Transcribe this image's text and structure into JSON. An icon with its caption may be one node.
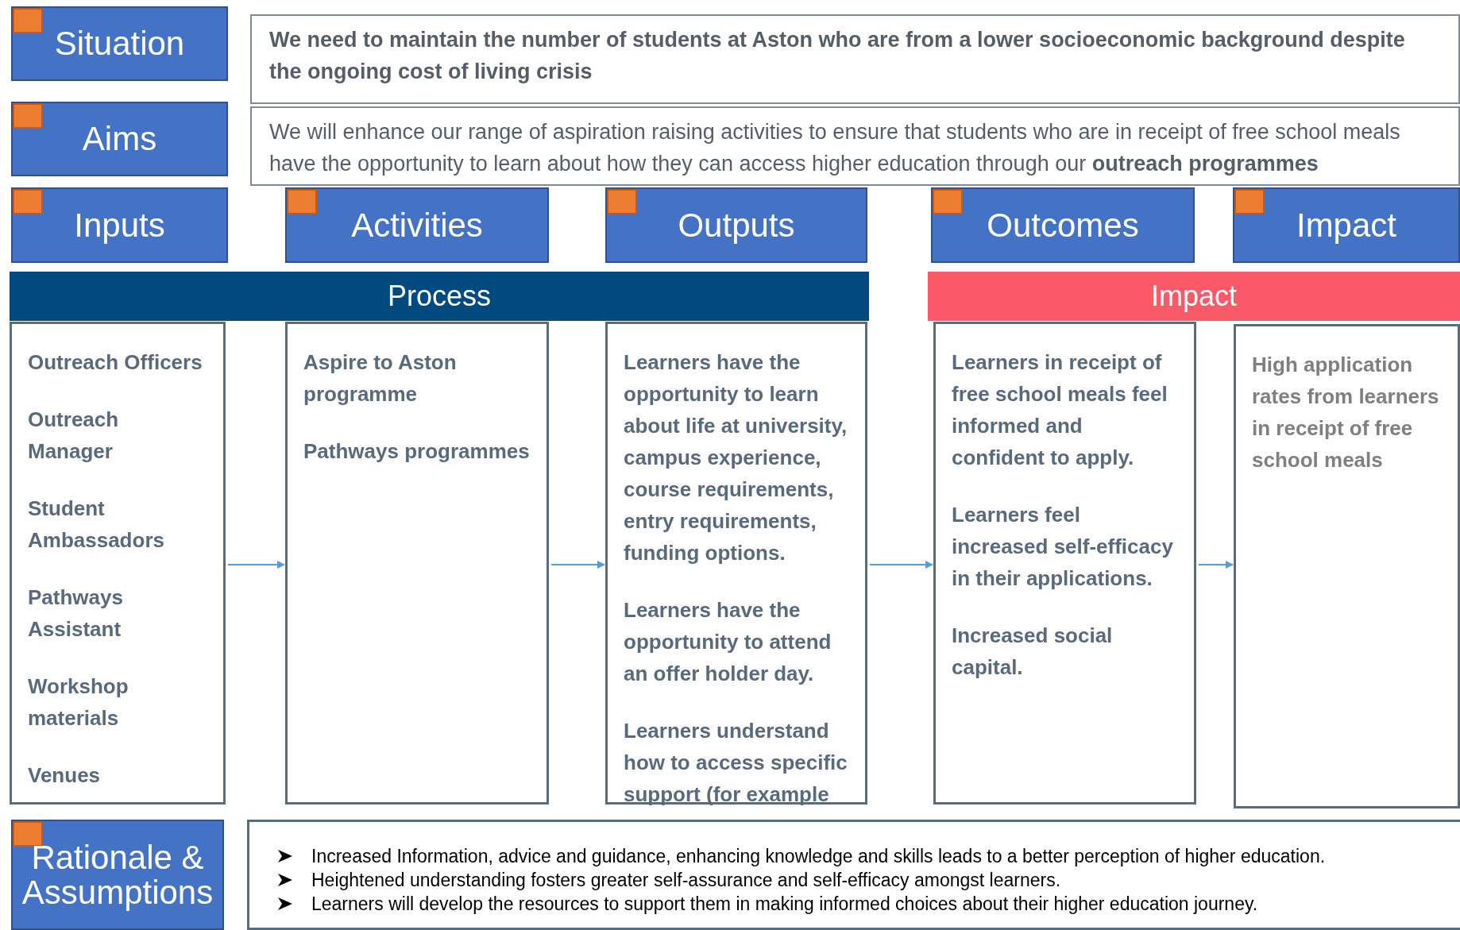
{
  "diagram": {
    "nodes": [
      {
        "text": [
          "Situation"
        ]
      },
      {
        "text": [
          "We need to maintain the number of students at Aston who are from a lower socioeconomic background despite the ongoing cost of living crisis"
        ]
      },
      {
        "text": [
          "Aims"
        ]
      },
      {
        "text": [
          "We will enhance our range of aspiration raising activities to ensure that students who are in receipt of free school meals have the opportunity to learn about how they can access higher education through our **outreach programmes**"
        ]
      },
      {
        "text": [
          "Inputs"
        ]
      },
      {
        "text": [
          "Activities"
        ]
      },
      {
        "text": [
          "Outputs"
        ]
      },
      {
        "text": [
          "Outcomes"
        ]
      },
      {
        "text": [
          "Impact"
        ]
      },
      {
        "text": [
          "Process"
        ]
      },
      {
        "text": [
          "Impact"
        ]
      },
      {
        "text": [
          "Outreach Officers",
          "Outreach Manager",
          "Student Ambassadors",
          "Pathways Assistant",
          "Workshop materials",
          "Venues"
        ]
      },
      {
        "text": [
          "Aspire to Aston programme",
          "Pathways programmes"
        ]
      },
      {
        "text": [
          "Learners have the opportunity to learn about life at university, campus experience, course requirements, entry requirements, funding options.",
          "Learners have the opportunity to attend an offer holder day.",
          "Learners understand how to access specific support (for example"
        ]
      },
      {
        "text": [
          "Learners in receipt of free school meals feel informed and confident to apply.",
          "Learners feel increased self-efficacy in their applications.",
          "Increased social capital."
        ]
      },
      {
        "text": [
          "High application rates from learners in receipt of free school meals"
        ]
      },
      {
        "text": [
          "Rationale & Assumptions"
        ]
      },
      {
        "text": [
          "Increased Information, advice and guidance, enhancing knowledge and skills leads to a better perception of higher education.",
          "Heightened understanding fosters greater self-assurance and self-efficacy amongst learners.",
          "Learners will develop the resources to support them in making informed choices about their higher education journey."
        ]
      }
    ],
    "edges": [
      {
        "from": 11,
        "to": 12,
        "arrow": "to"
      },
      {
        "from": 12,
        "to": 13,
        "arrow": "to"
      },
      {
        "from": 13,
        "to": 14,
        "arrow": "to"
      },
      {
        "from": 14,
        "to": 15,
        "arrow": "to"
      }
    ]
  }
}
